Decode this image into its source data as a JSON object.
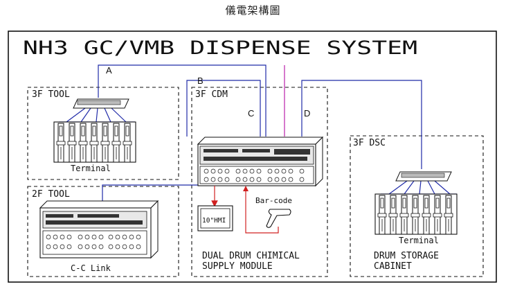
{
  "page_title": "儀電架構圖",
  "system_title": "NH3 GC/VMB DISPENSE SYSTEM",
  "lines": {
    "a": "A",
    "b": "B",
    "c": "C",
    "d": "D"
  },
  "zones": {
    "tool_3f": {
      "label": "3F TOOL",
      "caption": "Terminal"
    },
    "tool_2f": {
      "label": "2F TOOL",
      "caption": "C-C Link"
    },
    "cdm_3f": {
      "label": "3F CDM",
      "hmi": "10\"HMI",
      "barcode": "Bar-code",
      "caption_line1": "DUAL DRUM CHIMICAL",
      "caption_line2": "SUPPLY MODULE"
    },
    "dsc_3f": {
      "label": "3F DSC",
      "caption": "Terminal",
      "caption_line1": "DRUM STORAGE",
      "caption_line2": "CABINET"
    }
  },
  "colors": {
    "signal": "#1f2aa8",
    "control": "#d02020",
    "feed": "#c030b0",
    "frame": "#111111"
  }
}
